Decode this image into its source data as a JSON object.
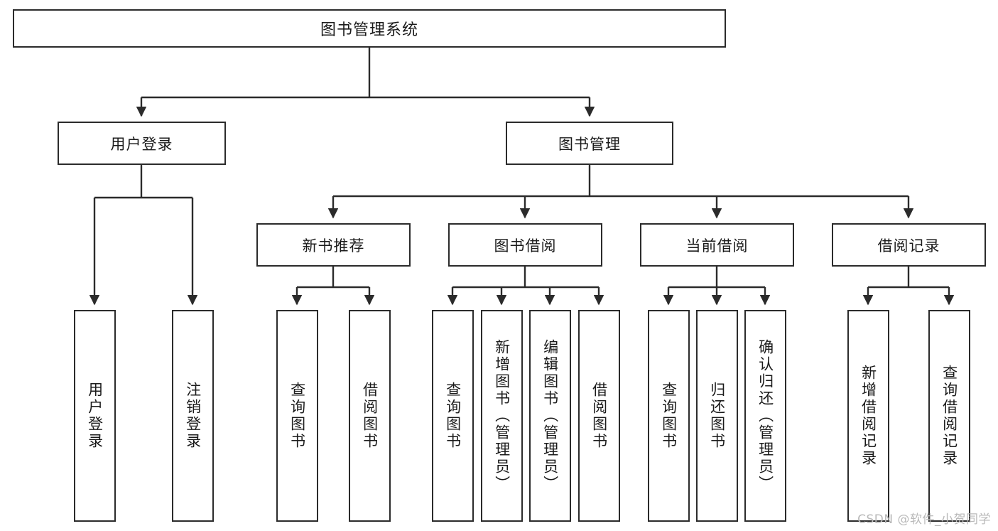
{
  "diagram": {
    "title": "图书管理系统",
    "type": "tree-hierarchy",
    "stroke_color": "#2b2b2b",
    "background_color": "#ffffff",
    "text_color": "#1b1b1b"
  },
  "nodes": {
    "root": {
      "label": "图书管理系统"
    },
    "level1": [
      {
        "label": "用户登录"
      },
      {
        "label": "图书管理"
      }
    ],
    "level2": [
      {
        "label": "新书推荐"
      },
      {
        "label": "图书借阅"
      },
      {
        "label": "当前借阅"
      },
      {
        "label": "借阅记录"
      }
    ],
    "leaves": [
      {
        "label": "用户登录"
      },
      {
        "label": "注销登录"
      },
      {
        "label": "查询图书"
      },
      {
        "label": "借阅图书"
      },
      {
        "label": "查询图书"
      },
      {
        "label": "新增图书（管理员）"
      },
      {
        "label": "编辑图书（管理员）"
      },
      {
        "label": "借阅图书"
      },
      {
        "label": "查询图书"
      },
      {
        "label": "归还图书"
      },
      {
        "label": "确认归还（管理员）"
      },
      {
        "label": "新增借阅记录"
      },
      {
        "label": "查询借阅记录"
      }
    ]
  },
  "watermark": {
    "text": "CSDN @软件_小贺同学",
    "color": "#b9b9b9"
  }
}
